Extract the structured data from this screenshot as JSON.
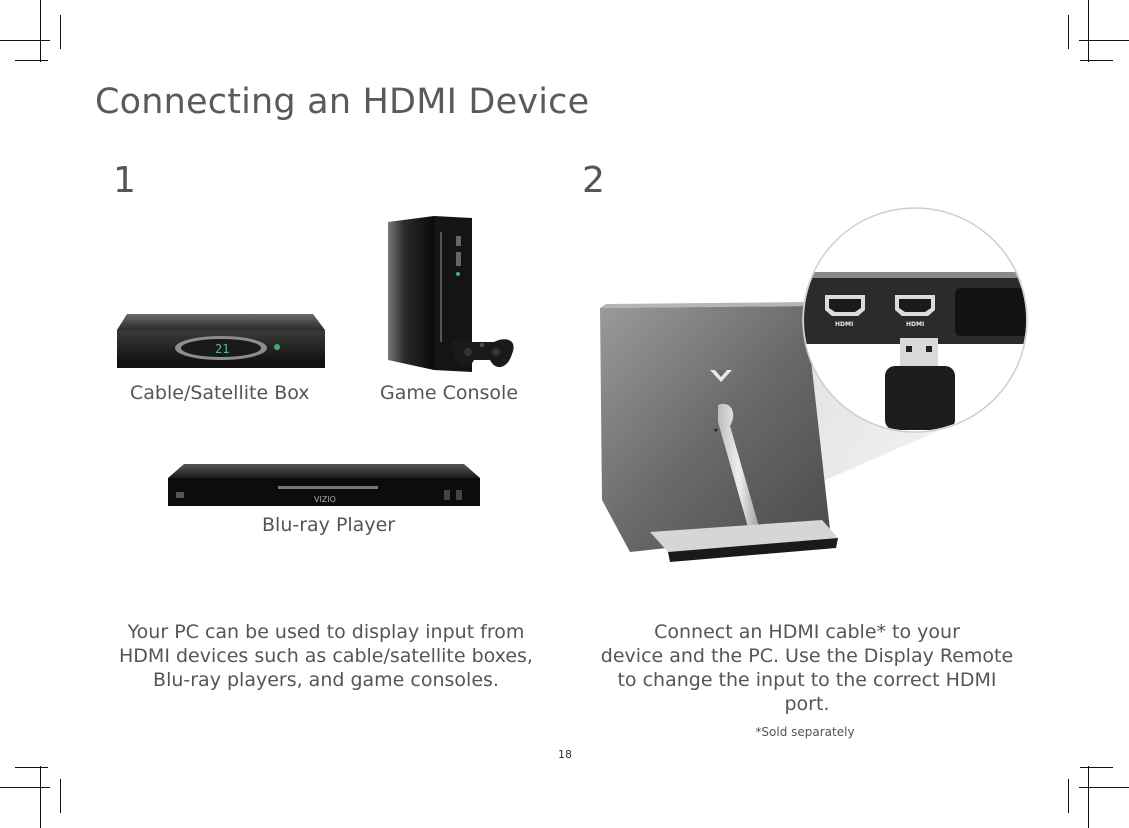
{
  "page": {
    "title": "Connecting an HDMI Device",
    "page_number": "18"
  },
  "step1": {
    "number": "1",
    "devices": {
      "cable_box": "Cable/Satellite Box",
      "game_console": "Game Console",
      "bluray": "Blu-ray Player"
    },
    "cable_box_display": "21",
    "bluray_brand": "VIZIO",
    "description": [
      "Your PC can be used to display input from",
      "HDMI devices such as cable/satellite boxes,",
      "Blu-ray players, and game consoles."
    ]
  },
  "step2": {
    "number": "2",
    "port_labels": [
      "HDMI",
      "HDMI"
    ],
    "description": [
      "Connect an HDMI cable* to your",
      "device and the PC. Use the Display Remote",
      "to change the input to the correct HDMI",
      "port."
    ],
    "footnote": "*Sold separately"
  }
}
